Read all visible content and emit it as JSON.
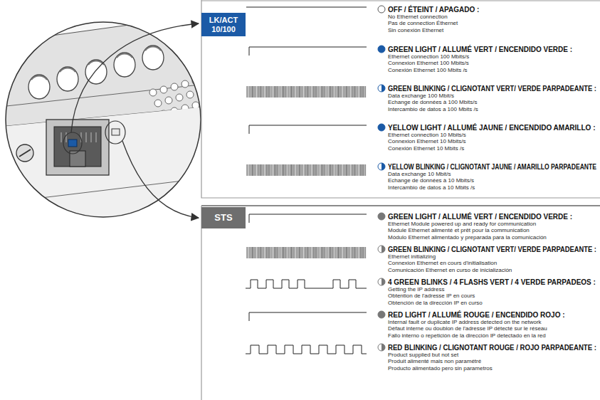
{
  "diagram": {
    "nodes": [
      {
        "text": [
          "LK/ACT 10/100"
        ]
      },
      {
        "text": [
          "STS"
        ]
      }
    ],
    "labels": [
      "OFF / ÉTEINT / APAGADO :",
      "No Ethernet connection",
      "Pas de connection Éthernet",
      "Sin conexión Ethernet",
      "GREEN LIGHT / ALLUMÉ VERT / ENCENDIDO VERDE :",
      "Ethernet connection 100 Mbits/s",
      "Connexion Ethernet 100 Mbits/s",
      "Conexión Ethernet 100 Mbits /s",
      "GREEN BLINKING / CLIGNOTANT VERT/ VERDE PARPADEANTE :",
      "Data exchange 100 Mbit/s",
      "Echange de données à 100 Mbits/s",
      "Intercambio de datos a 100 Mbits /s",
      "YELLOW LIGHT / ALLUMÉ JAUNE / ENCENDIDO AMARILLO :",
      "Ethernet connection 10 Mbits/s",
      "Connexion Ethernet 10 Mbits/s",
      "Conexión Ethernet 10 Mbits /s",
      "YELLOW BLINKING / CLIGNOTANT JAUNE / AMARILLO PARPADEANTE",
      "Data exchange 10 Mbit/s",
      "Echange de données à 10 Mbits/s",
      "Intercambio de datos a 10 Mbits /s",
      "GREEN LIGHT / ALLUMÉ VERT / ENCENDIDO VERDE :",
      "Ethernet Module powered up and ready for communication",
      "Module Ethernet alimenté et prêt pour la communication",
      "Módulo Ethernet alimentado y preparada para la comunicación",
      "GREEN BLINKING / CLIGNOTANT VERT/ VERDE PARPADEANTE :",
      "Ethernet initializing",
      "Connexion Ethernet en cours d'initialisation",
      "Comunicación Ethernet en curso de inicialización",
      "4 GREEN BLINKS / 4 FLASHS VERT / 4 VERDE PARPADEOS :",
      "Getting the IP address",
      "Obtention de l'adresse IP en cours",
      "Obtención de la dirección IP en curso",
      "RED LIGHT / ALLUMÉ ROUGE / ENCENDIDO ROJO :",
      "Internal fault or duplicate IP address detected on the network",
      "Défaut interne ou doublon de l'adresse IP détecté sur le réseau",
      "Fallo interno o repetición de la dirección IP detectado en la red",
      "RED BLINKING / CLIGNOTANT ROUGE / ROJO PARPADEANTE :",
      "Product supplied but not set",
      "Produit alimenté mais non paramétré",
      "Producto alimentado pero sin parametros"
    ]
  }
}
